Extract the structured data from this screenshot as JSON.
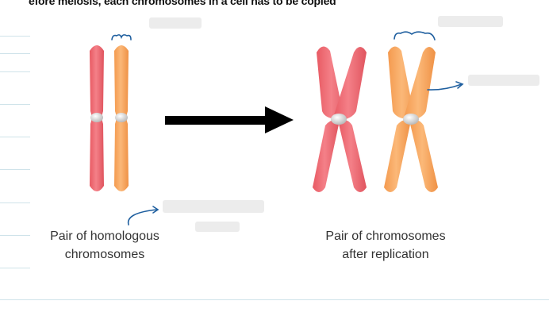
{
  "header": {
    "text": "efore meiosis, each chromosomes in a cell has to be copied"
  },
  "captions": {
    "left": {
      "line1": "Pair of homologous",
      "line2": "chromosomes"
    },
    "right": {
      "line1": "Pair of chromosomes",
      "line2": "after replication"
    }
  },
  "colors": {
    "red_chromosome": "#f06b73",
    "orange_chromosome": "#f7a45c",
    "centromere": "#d8d8d8",
    "arrow": "#000000",
    "annotation_ink": "#1f5f9f",
    "notebook_line": "#cfe3ea"
  }
}
